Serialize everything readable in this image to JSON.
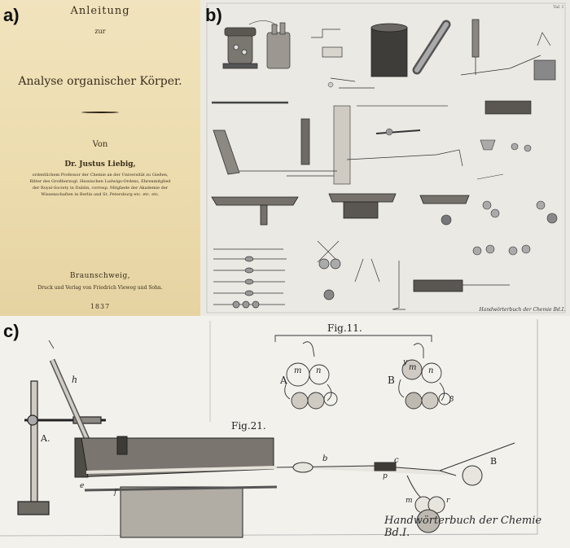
{
  "panel_labels": {
    "a": "a)",
    "b": "b)",
    "c": "c)"
  },
  "title_page": {
    "line1": "Anleitung",
    "line2": "zur",
    "line3": "Analyse organischer Körper.",
    "von": "Von",
    "author": "Dr. Justus Liebig,",
    "bio1": "ordentlichem Professor der Chemie an der Universität zu Gießen,",
    "bio2": "Ritter des Großherzogl. Hessischen Ludwigs-Ordens, Ehrenmitglied",
    "bio3": "der Royal-Society in Dublin, corresp. Mitgliede der Akademie der",
    "bio4": "Wissenschaften in Berlin und St. Petersburg etc. etc. etc.",
    "city": "Braunschweig,",
    "publisher": "Druck und Verlag von Friedrich Vieweg und Sohn.",
    "year": "1837"
  },
  "plate": {
    "page_no": "Taf. I",
    "signature": "Handwörterbuch der Chemie Bd.I."
  },
  "apparatus": {
    "fig11": "Fig.11.",
    "fig21": "Fig.21.",
    "labels": {
      "A1": "A",
      "B1": "B",
      "m1": "m",
      "n1": "n",
      "m2": "m",
      "n2": "n",
      "y": "y",
      "beta": "β",
      "h": "h",
      "A2": "A.",
      "b": "b",
      "c": "c",
      "e": "e",
      "f": "f",
      "p": "p",
      "B2": "B",
      "m3": "m",
      "r": "r"
    },
    "caption": "Handwörterbuch der Chemie Bd.I."
  }
}
